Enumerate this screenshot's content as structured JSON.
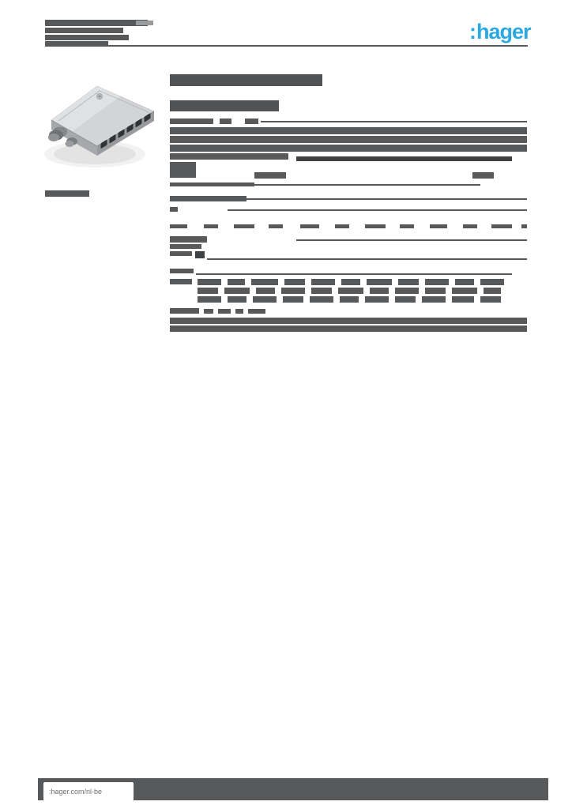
{
  "brand": {
    "mark": ":",
    "name": "hager",
    "logo_color": "#2aa9e0"
  },
  "footer": {
    "website": "hager.com/nl-be"
  },
  "colors": {
    "text_gray": "#58595b",
    "text_dark": "#3f4143",
    "text_light": "#9a9b9d",
    "rule": "#58595b",
    "footer_bar": "#58595b",
    "logo_blue": "#2aa9e0",
    "page_background": "#ffffff"
  },
  "redacted": {
    "shades": {
      "g": "#58595b",
      "d": "#3f4143",
      "l": "#9a9b9d",
      "r": "#58595b",
      "t": "#515254"
    },
    "groups": {
      "company-address-block": [
        [
          57,
          25,
          130,
          8,
          "g"
        ],
        [
          172,
          26,
          22,
          6,
          "l"
        ],
        [
          57,
          35,
          99,
          7,
          "g"
        ],
        [
          57,
          44,
          106,
          7,
          "g"
        ],
        [
          57,
          52,
          80,
          5,
          "g"
        ]
      ],
      "header-divider": [
        [
          57,
          57,
          611,
          2,
          "r"
        ]
      ],
      "product-reference-caption": [
        [
          57,
          241,
          56,
          8,
          "g"
        ]
      ],
      "product-title": [
        [
          215,
          94,
          193,
          15,
          "t"
        ],
        [
          215,
          127,
          138,
          14,
          "t"
        ]
      ],
      "section-description-header": [
        [
          215,
          150,
          55,
          7,
          "g"
        ],
        [
          278,
          150,
          15,
          7,
          "g"
        ],
        [
          310,
          150,
          17,
          7,
          "g"
        ],
        [
          330,
          153,
          337,
          2,
          "r"
        ]
      ],
      "description-paragraph": [
        [
          215,
          161,
          452,
          9,
          "g"
        ],
        [
          215,
          172,
          452,
          9,
          "g"
        ],
        [
          215,
          183,
          452,
          9,
          "g"
        ],
        [
          215,
          194,
          150,
          8,
          "g"
        ],
        [
          375,
          198,
          273,
          6,
          "d"
        ],
        [
          215,
          205,
          33,
          20,
          "g"
        ],
        [
          322,
          218,
          40,
          8,
          "g"
        ],
        [
          598,
          218,
          27,
          8,
          "g"
        ],
        [
          215,
          231,
          107,
          5,
          "g"
        ],
        [
          322,
          233,
          286,
          2,
          "r"
        ]
      ],
      "spec-table-rows": [
        [
          215,
          248,
          97,
          7,
          "g"
        ],
        [
          312,
          251,
          355,
          2,
          "r"
        ],
        [
          215,
          262,
          10,
          6,
          "g"
        ],
        [
          288,
          265,
          379,
          2,
          "r"
        ],
        [
          215,
          284,
          22,
          5,
          "g"
        ],
        [
          258,
          284,
          18,
          5,
          "g"
        ],
        [
          296,
          284,
          26,
          5,
          "g"
        ],
        [
          340,
          284,
          18,
          5,
          "g"
        ],
        [
          380,
          284,
          24,
          5,
          "g"
        ],
        [
          424,
          284,
          18,
          5,
          "g"
        ],
        [
          462,
          284,
          26,
          5,
          "g"
        ],
        [
          506,
          284,
          18,
          5,
          "g"
        ],
        [
          544,
          284,
          22,
          5,
          "g"
        ],
        [
          586,
          284,
          18,
          5,
          "g"
        ],
        [
          622,
          284,
          26,
          5,
          "g"
        ],
        [
          660,
          284,
          7,
          5,
          "g"
        ],
        [
          215,
          299,
          47,
          8,
          "g"
        ],
        [
          215,
          309,
          40,
          6,
          "g"
        ],
        [
          375,
          303,
          292,
          2,
          "r"
        ],
        [
          215,
          318,
          28,
          6,
          "g"
        ],
        [
          247,
          318,
          12,
          9,
          "d"
        ],
        [
          262,
          327,
          405,
          2,
          "r"
        ],
        [
          215,
          340,
          30,
          6,
          "g"
        ],
        [
          248,
          346,
          400,
          2,
          "r"
        ]
      ],
      "accessory-list-block": [
        [
          215,
          353,
          28,
          7,
          "g"
        ],
        [
          250,
          353,
          30,
          8,
          "g"
        ],
        [
          288,
          353,
          22,
          8,
          "g"
        ],
        [
          318,
          353,
          34,
          8,
          "g"
        ],
        [
          360,
          353,
          26,
          8,
          "g"
        ],
        [
          394,
          353,
          30,
          8,
          "g"
        ],
        [
          432,
          353,
          24,
          8,
          "g"
        ],
        [
          464,
          353,
          32,
          8,
          "g"
        ],
        [
          504,
          353,
          26,
          8,
          "g"
        ],
        [
          538,
          353,
          30,
          8,
          "g"
        ],
        [
          576,
          353,
          24,
          8,
          "g"
        ],
        [
          608,
          353,
          30,
          8,
          "g"
        ],
        [
          250,
          364,
          26,
          8,
          "g"
        ],
        [
          284,
          364,
          32,
          8,
          "g"
        ],
        [
          324,
          364,
          24,
          8,
          "g"
        ],
        [
          356,
          364,
          30,
          8,
          "g"
        ],
        [
          394,
          364,
          26,
          8,
          "g"
        ],
        [
          428,
          364,
          32,
          8,
          "g"
        ],
        [
          468,
          364,
          24,
          8,
          "g"
        ],
        [
          500,
          364,
          30,
          8,
          "g"
        ],
        [
          538,
          364,
          26,
          8,
          "g"
        ],
        [
          572,
          364,
          32,
          8,
          "g"
        ],
        [
          612,
          364,
          22,
          8,
          "g"
        ],
        [
          250,
          375,
          30,
          8,
          "g"
        ],
        [
          288,
          375,
          24,
          8,
          "g"
        ],
        [
          320,
          375,
          30,
          8,
          "g"
        ],
        [
          358,
          375,
          26,
          8,
          "g"
        ],
        [
          392,
          375,
          30,
          8,
          "g"
        ],
        [
          430,
          375,
          24,
          8,
          "g"
        ],
        [
          462,
          375,
          30,
          8,
          "g"
        ],
        [
          500,
          375,
          26,
          8,
          "g"
        ],
        [
          534,
          375,
          30,
          8,
          "g"
        ],
        [
          572,
          375,
          28,
          8,
          "g"
        ],
        [
          608,
          375,
          26,
          8,
          "g"
        ]
      ],
      "note-block": [
        [
          215,
          390,
          37,
          7,
          "g"
        ],
        [
          258,
          391,
          12,
          6,
          "g"
        ],
        [
          276,
          391,
          16,
          6,
          "g"
        ],
        [
          298,
          391,
          10,
          6,
          "g"
        ],
        [
          314,
          391,
          22,
          6,
          "g"
        ],
        [
          215,
          402,
          452,
          8,
          "g"
        ],
        [
          215,
          412,
          452,
          8,
          "g"
        ]
      ],
      "footer-document-info": [
        [
          298,
          993,
          142,
          7,
          "d"
        ],
        [
          347,
          1003,
          58,
          5,
          "d"
        ]
      ],
      "footer-page-block": [
        [
          625,
          990,
          53,
          23,
          "l"
        ]
      ]
    }
  }
}
